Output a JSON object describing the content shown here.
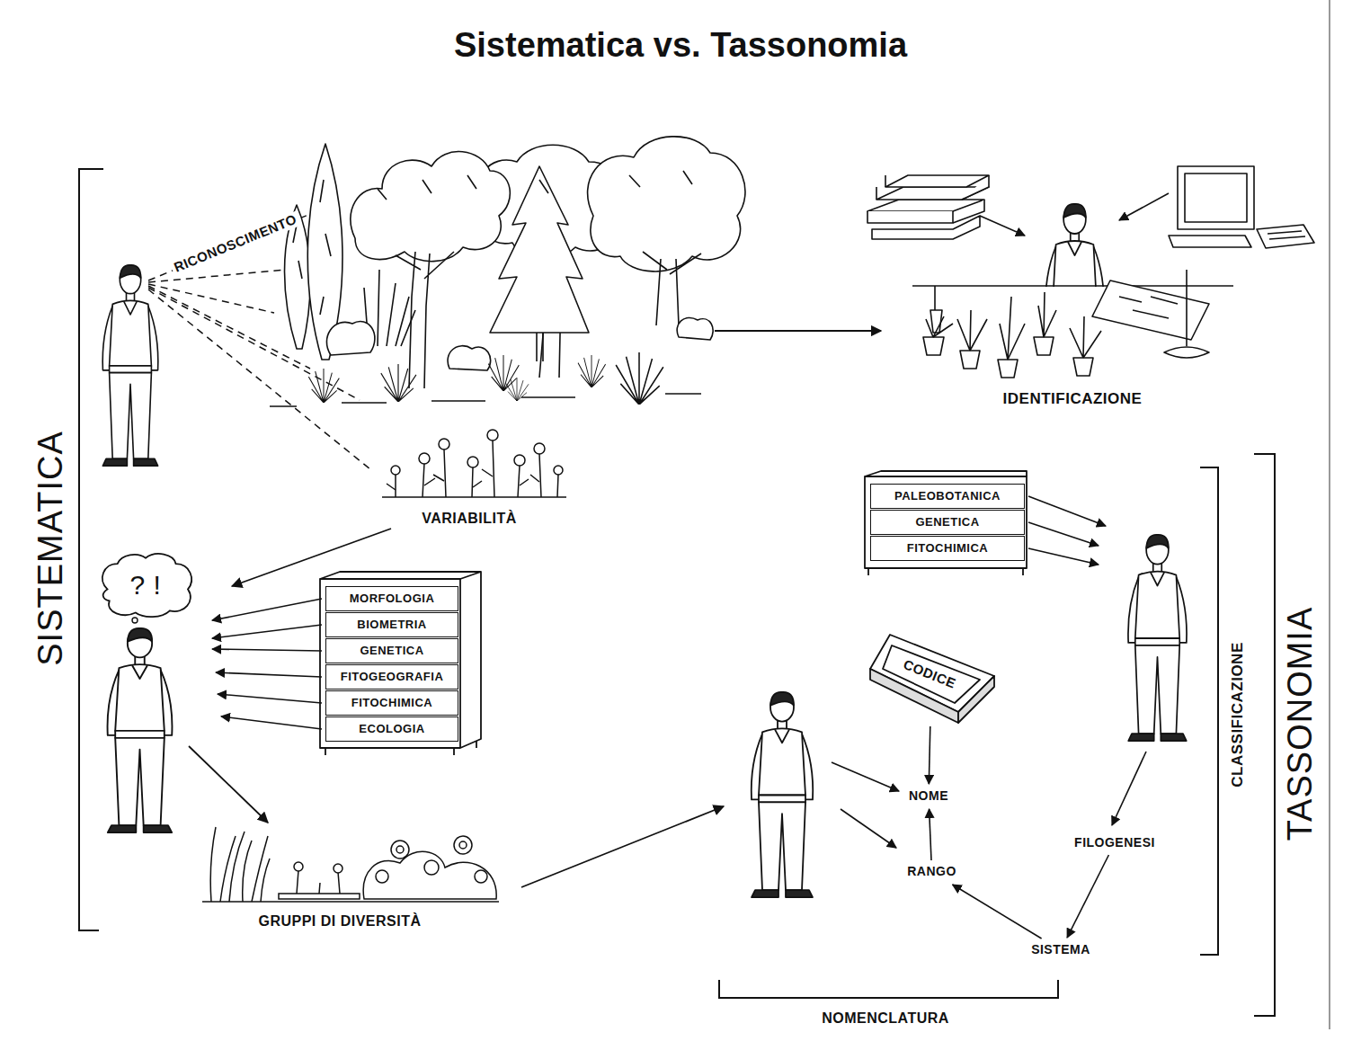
{
  "diagram": {
    "title": "Sistematica vs. Tassonomia",
    "nodes": [
      {
        "text": [
          "? !"
        ]
      },
      {
        "text": [
          "MORFOLOGIA"
        ]
      },
      {
        "text": [
          "BIOMETRIA"
        ]
      },
      {
        "text": [
          "GENETICA"
        ]
      },
      {
        "text": [
          "FITOGEOGRAFIA"
        ]
      },
      {
        "text": [
          "FITOCHIMICA"
        ]
      },
      {
        "text": [
          "ECOLOGIA"
        ]
      },
      {
        "text": [
          "PALEOBOTANICA"
        ]
      },
      {
        "text": [
          "GENETICA"
        ]
      },
      {
        "text": [
          "FITOCHIMICA"
        ]
      },
      {
        "text": [
          "CODICE"
        ]
      },
      {
        "text": [
          "NOME"
        ]
      },
      {
        "text": [
          "RANGO"
        ]
      },
      {
        "text": [
          "FILOGENESI"
        ]
      },
      {
        "text": [
          "SISTEMA"
        ]
      }
    ],
    "edges": [
      {
        "from": 10,
        "to": 11,
        "arrow": "to"
      },
      {
        "from": 12,
        "to": 11,
        "arrow": "to"
      },
      {
        "from": 14,
        "to": 12,
        "arrow": "to"
      },
      {
        "from": 13,
        "to": 14,
        "arrow": "to"
      }
    ],
    "labels": [
      "SISTEMATICA",
      "RICONOSCIMENTO",
      "IDENTIFICAZIONE",
      "VARIABILITÀ",
      "GRUPPI DI DIVERSITÀ",
      "CLASSIFICAZIONE",
      "TASSONOMIA",
      "NOMENCLATURA"
    ]
  }
}
